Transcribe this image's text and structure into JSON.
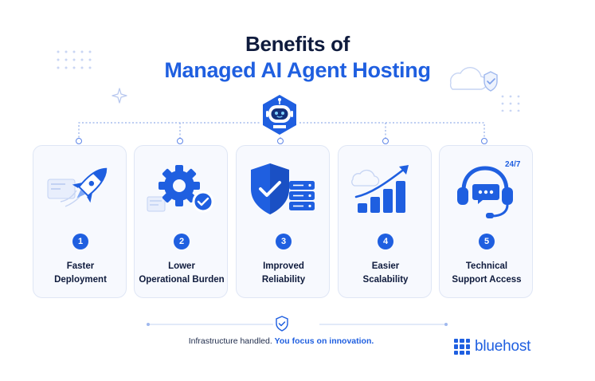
{
  "title": {
    "line1": "Benefits of",
    "line2": "Managed AI Agent Hosting"
  },
  "benefits": [
    {
      "number": "1",
      "line1": "Faster",
      "line2": "Deployment",
      "icon": "rocket-icon"
    },
    {
      "number": "2",
      "line1": "Lower",
      "line2": "Operational Burden",
      "icon": "gear-check-icon"
    },
    {
      "number": "3",
      "line1": "Improved",
      "line2": "Reliability",
      "icon": "shield-server-icon"
    },
    {
      "number": "4",
      "line1": "Easier",
      "line2": "Scalability",
      "icon": "growth-chart-icon"
    },
    {
      "number": "5",
      "line1": "Technical",
      "line2": "Support Access",
      "icon": "headset-icon"
    }
  ],
  "support_badge": "24/7",
  "footer": {
    "text": "Infrastructure handled.",
    "accent": "You focus on innovation."
  },
  "brand": {
    "name": "bluehost"
  },
  "colors": {
    "primary": "#1f5fe0",
    "dark": "#0f1b3d",
    "card_bg": "#f7f9fe",
    "card_border": "#dfe6f5"
  }
}
